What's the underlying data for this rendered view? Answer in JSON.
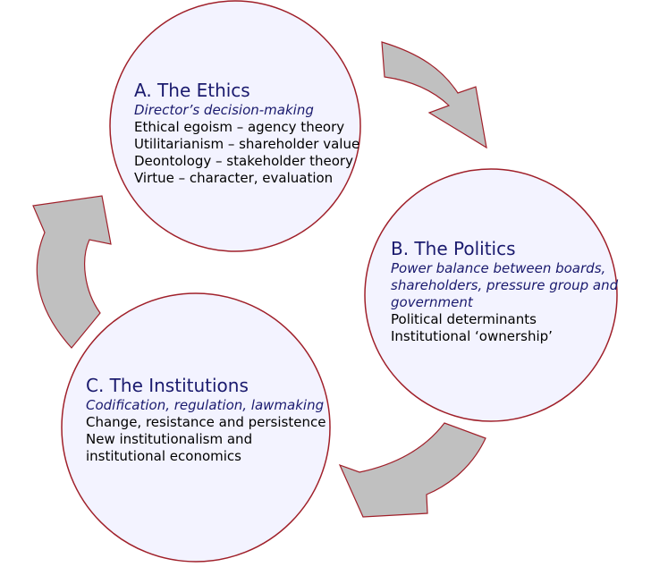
{
  "colors": {
    "circle_fill": "#f3f3ff",
    "circle_stroke": "#a0202a",
    "arrow_fill": "#c0c0c0",
    "arrow_stroke": "#a0202a",
    "title_color": "#1a1a6e"
  },
  "nodes": [
    {
      "id": "ethics",
      "title": "A. The Ethics",
      "subtitle_lines": [
        "Director’s decision-making"
      ],
      "lines": [
        "Ethical egoism – agency theory",
        "Utilitarianism – shareholder value",
        "Deontology – stakeholder theory",
        "Virtue – character, evaluation"
      ]
    },
    {
      "id": "politics",
      "title": "B. The Politics",
      "subtitle_lines": [
        "Power balance between boards,",
        "shareholders, pressure group and",
        "government"
      ],
      "lines": [
        "Political determinants",
        "Institutional ‘ownership’"
      ]
    },
    {
      "id": "institutions",
      "title": "C. The Institutions",
      "subtitle_lines": [
        "Codification, regulation, lawmaking"
      ],
      "lines": [
        "Change, resistance and persistence",
        "New institutionalism and",
        "institutional economics"
      ]
    }
  ]
}
